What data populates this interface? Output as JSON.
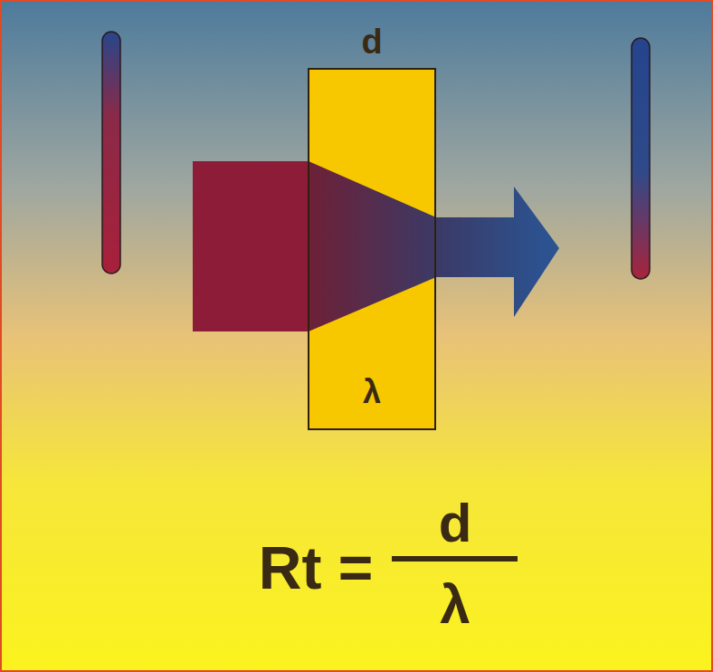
{
  "diagram": {
    "nodes": [
      {
        "text": [
          "d",
          "λ"
        ]
      }
    ],
    "labels": [
      "Rt =",
      "d",
      "λ"
    ]
  }
}
